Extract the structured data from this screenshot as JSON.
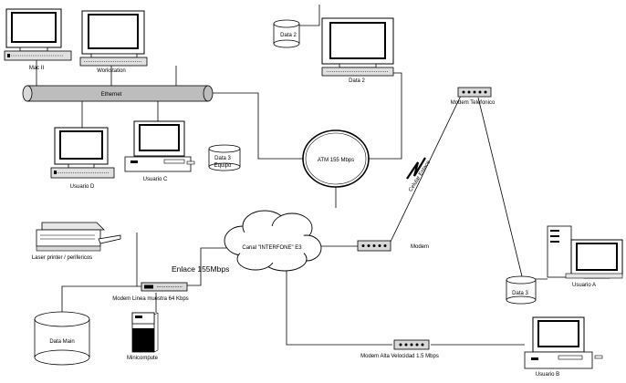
{
  "labels": {
    "mac": "Mac II",
    "workstation": "Workstation",
    "ethernet": "Ethernet",
    "usuario_d": "Usuario D",
    "usuario_c": "Usuario C",
    "data_3_top": "Data 3",
    "data_3_sub": "Equipo",
    "data2_cyl": "Data 2",
    "data2_pc": "Data 2",
    "atm": "ATM 155 Mbps",
    "modem_telefonico": "Modem Telefonico",
    "celular": "Celular Enlace",
    "cloud": "Canal \"INTERFONE\" E3",
    "modem": "Modem",
    "laser": "Laser printer / perifericos",
    "enlace": "Enlace 155Mbps",
    "modem_linea": "Modem Linea muestra 64 Kbps",
    "data_main": "Data Main",
    "minicomputer": "Minicompute",
    "modem_alta": "Modem Alta Velocidad 1.5 Mbps",
    "usuario_b": "Usuario B",
    "data_3_right": "Data 3",
    "usuario_a": "Usuario A"
  }
}
